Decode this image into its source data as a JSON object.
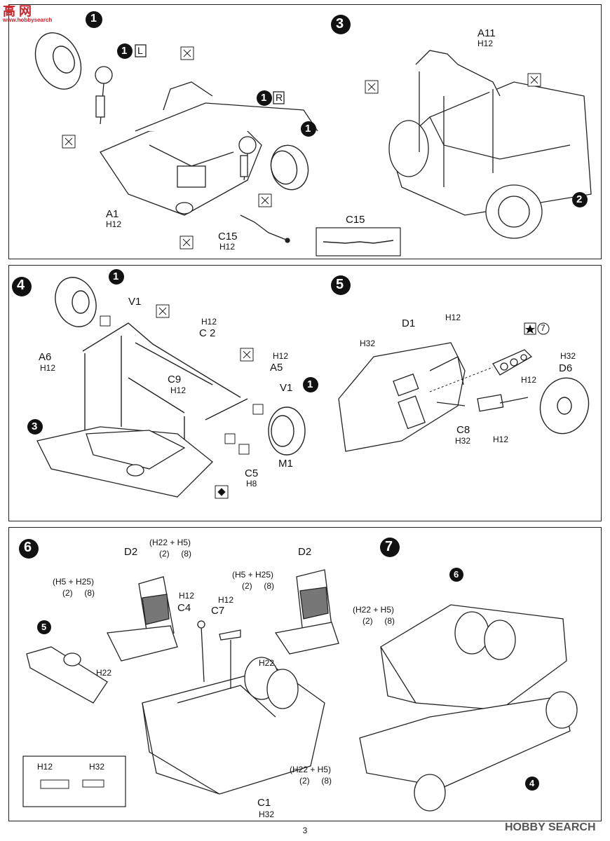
{
  "page_number": "3",
  "watermark_top_left": {
    "logo": "高 网",
    "site": "www.hobbysearch"
  },
  "watermark_bottom_right": "HOBBY SEARCH",
  "steps": {
    "s2": {
      "marker_left": "1",
      "marker_left_suffix": "L",
      "marker_right": "1",
      "marker_right_suffix": "R",
      "marker_wheel_top": "1",
      "marker_wheel_right": "1",
      "part_a1": "A1",
      "part_a1_runner": "H12",
      "part_c15": "C15",
      "part_c15_runner": "H12",
      "inset_label": "C15"
    },
    "s3": {
      "step": "3",
      "part_a11": "A11",
      "part_a11_runner": "H12",
      "ref": "2"
    },
    "s4": {
      "step": "4",
      "wheel_marker_left": "1",
      "wheel_marker_right": "1",
      "v1_left": "V1",
      "v1_right": "V1",
      "a6": "A6",
      "a6_runner": "H12",
      "c2": "C 2",
      "c2_runner": "H12",
      "a5": "A5",
      "a5_runner": "H12",
      "c9": "C9",
      "c9_runner": "H12",
      "ref3": "3",
      "m1": "M1",
      "c5": "C5",
      "c5_runner": "H8"
    },
    "s5": {
      "step": "5",
      "d1": "D1",
      "d1_runner": "H32",
      "h12_top": "H12",
      "star_label": "7",
      "d6": "D6",
      "d6_runner": "H32",
      "h12_small": "H12",
      "c8": "C8",
      "c8_runner": "H32",
      "h12_bottom": "H12"
    },
    "s6": {
      "step": "6",
      "d2_left": "D2",
      "d2_right": "D2",
      "mix_top_left": "(H22 + H5)",
      "mix_top_left_ratio": "(2)     (8)",
      "mix_left": "(H5 + H25)",
      "mix_left_ratio": "(2)     (8)",
      "mix_mid": "(H5 + H25)",
      "mix_mid_ratio": "(2)     (8)",
      "mix_right": "(H22 + H5)",
      "mix_right_ratio": "(2)     (8)",
      "mix_bottom": "(H22 + H5)",
      "mix_bottom_ratio": "(2)     (8)",
      "c4": "C4",
      "c4_runner": "H12",
      "c7": "C7",
      "c7_runner": "H12",
      "h22_left": "H22",
      "h22_right": "H22",
      "ref5": "5",
      "c1": "C1",
      "c1_runner": "H32",
      "inset_h12": "H12",
      "inset_h32": "H32"
    },
    "s7": {
      "step": "7",
      "ref6": "6",
      "ref4": "4"
    }
  }
}
